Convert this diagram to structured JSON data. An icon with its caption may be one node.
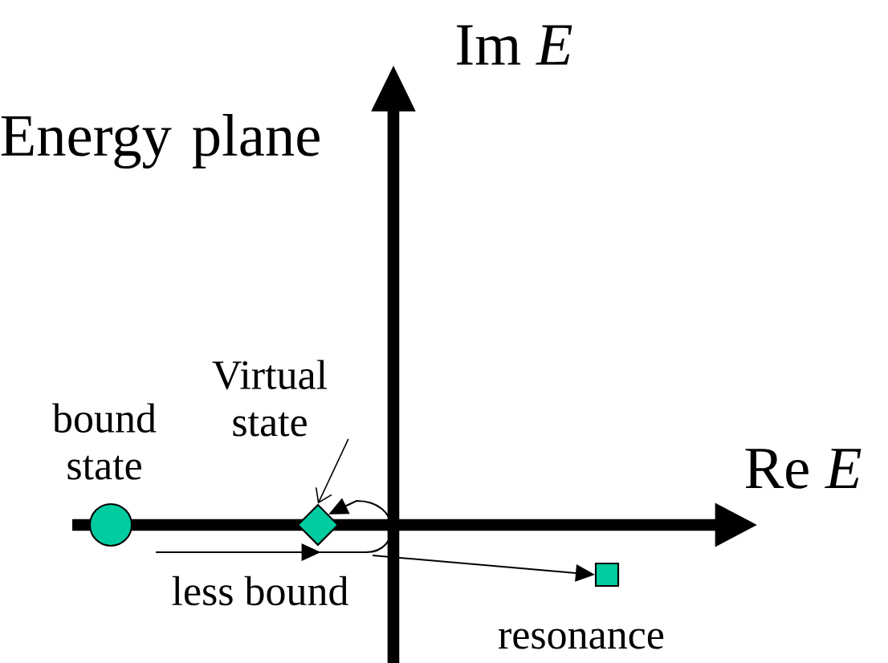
{
  "diagram": {
    "title": "Energy plane",
    "nodes": [
      {
        "text": [],
        "shape": "circle",
        "beside": [
          "bound state"
        ]
      },
      {
        "text": [
          "Virtual state"
        ]
      },
      {
        "text": [],
        "shape": "diamond"
      },
      {
        "text": [],
        "shape": "box",
        "beside": [
          "resonance"
        ]
      }
    ],
    "edges": [
      {
        "from": null,
        "to": 2,
        "arrow": "to",
        "label": "less bound"
      },
      {
        "from": 1,
        "to": 2,
        "arrow": "to"
      },
      {
        "from": null,
        "to": 3,
        "arrow": "to"
      }
    ],
    "labels": [
      "Im *E*",
      "Re *E*"
    ]
  }
}
